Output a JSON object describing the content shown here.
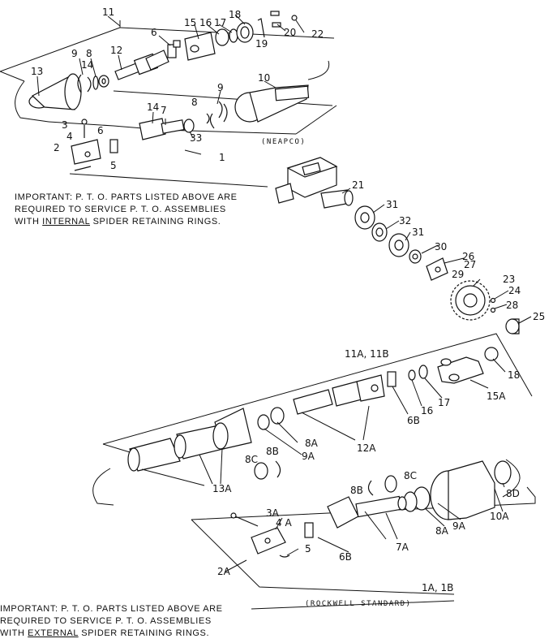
{
  "upper": {
    "caption": "(NEAPCO)",
    "note": {
      "line1": "IMPORTANT: P. T. O. PARTS LISTED ABOVE ARE",
      "line2": "REQUIRED TO SERVICE P. T. O. ASSEMBLIES",
      "line3_pre": "WITH ",
      "line3_u": "INTERNAL",
      "line3_post": " SPIDER RETAINING RINGS."
    }
  },
  "lower": {
    "caption": "(ROCKWELL STANDARD)",
    "note": {
      "line1": "IMPORTANT: P. T. O. PARTS LISTED ABOVE ARE",
      "line2": "REQUIRED TO SERVICE P. T. O. ASSEMBLIES",
      "line3_pre": "WITH ",
      "line3_u": "EXTERNAL",
      "line3_post": " SPIDER RETAINING RINGS."
    }
  },
  "callouts": {
    "c11": "11",
    "c18": "18",
    "c15": "15",
    "c16": "16",
    "c17": "17",
    "c20": "20",
    "c22": "22",
    "c19": "19",
    "c6a": "6",
    "c8a": "8",
    "c9a": "9",
    "c12": "12",
    "c13": "13",
    "c14a": "14",
    "c10": "10",
    "c9b": "9",
    "c14b": "14",
    "c7": "7",
    "c8b": "8",
    "c3": "3",
    "c4": "4",
    "c6b": "6",
    "c33": "33",
    "c2": "2",
    "c5": "5",
    "c1": "1",
    "c21": "21",
    "c31a": "31",
    "c32": "32",
    "c31b": "31",
    "c30": "30",
    "c26": "26",
    "c27": "27",
    "c29": "29",
    "c23": "23",
    "c24": "24",
    "c28": "28",
    "c25": "25",
    "c11a": "11A, 11B",
    "c18b": "18",
    "c15a": "15A",
    "c17b": "17",
    "c16b": "16",
    "c6bb": "6B",
    "c8A1": "8A",
    "c9A1": "9A",
    "c12a": "12A",
    "c8c1": "8C",
    "c8b1": "8B",
    "c13a": "13A",
    "c8b2": "8B",
    "c8c2": "8C",
    "c8d": "8D",
    "c10a": "10A",
    "c9A2": "9A",
    "c8A2": "8A",
    "c7a": "7A",
    "c3a": "3A",
    "c4a": "4 A",
    "c5b": "5",
    "c6b2": "6B",
    "c2a": "2A",
    "c1a": "1A, 1B"
  }
}
